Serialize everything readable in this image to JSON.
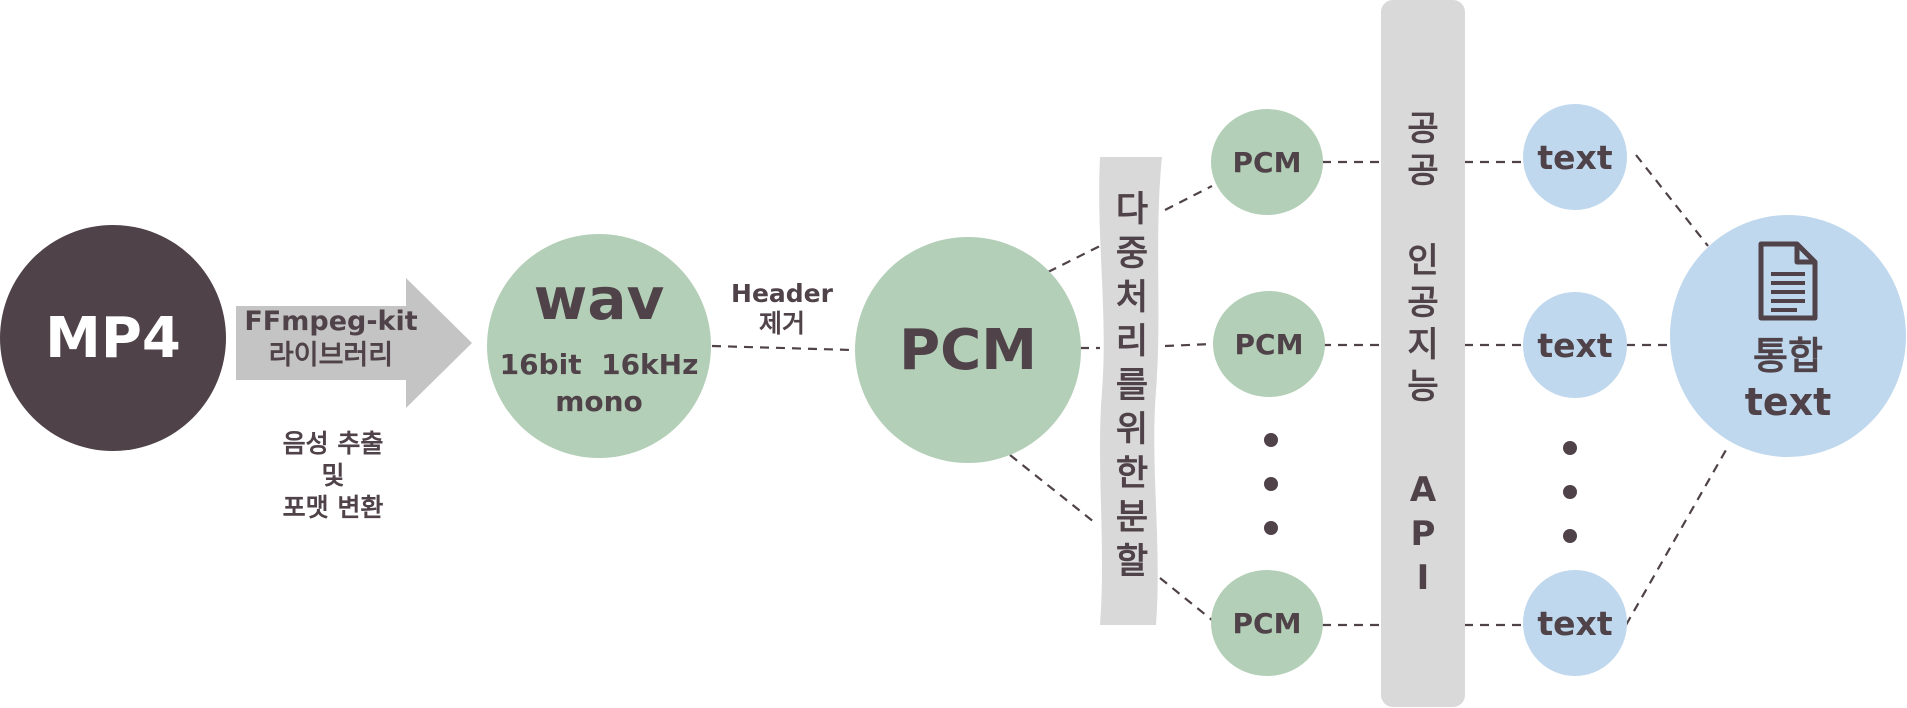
{
  "mp4": {
    "label": "MP4"
  },
  "arrow": {
    "line1": "FFmpeg-kit",
    "line2": "라이브러리"
  },
  "extract": {
    "line1": "음성 추출",
    "line2": "및",
    "line3": "포맷 변환"
  },
  "wav": {
    "title": "wav",
    "line1": "16bit  16kHz",
    "line2": "mono"
  },
  "header_removal": {
    "line1": "Header",
    "line2": "제거"
  },
  "pcm_main": {
    "label": "PCM"
  },
  "split_banner": {
    "text": "다중처리를위한분할"
  },
  "pcm_chunks": [
    "PCM",
    "PCM",
    "PCM"
  ],
  "api_bar": {
    "word1": "공공",
    "word2": "인공지능",
    "word3": "API"
  },
  "text_chunks": [
    "text",
    "text",
    "text"
  ],
  "result": {
    "line1": "통합",
    "line2": "text",
    "icon": "document-icon"
  },
  "colors": {
    "dark": "#4f4248",
    "green": "#b3cfb7",
    "blue": "#bfd8ee",
    "gray": "#c4c4c4",
    "light_gray": "#d9d9d9"
  }
}
